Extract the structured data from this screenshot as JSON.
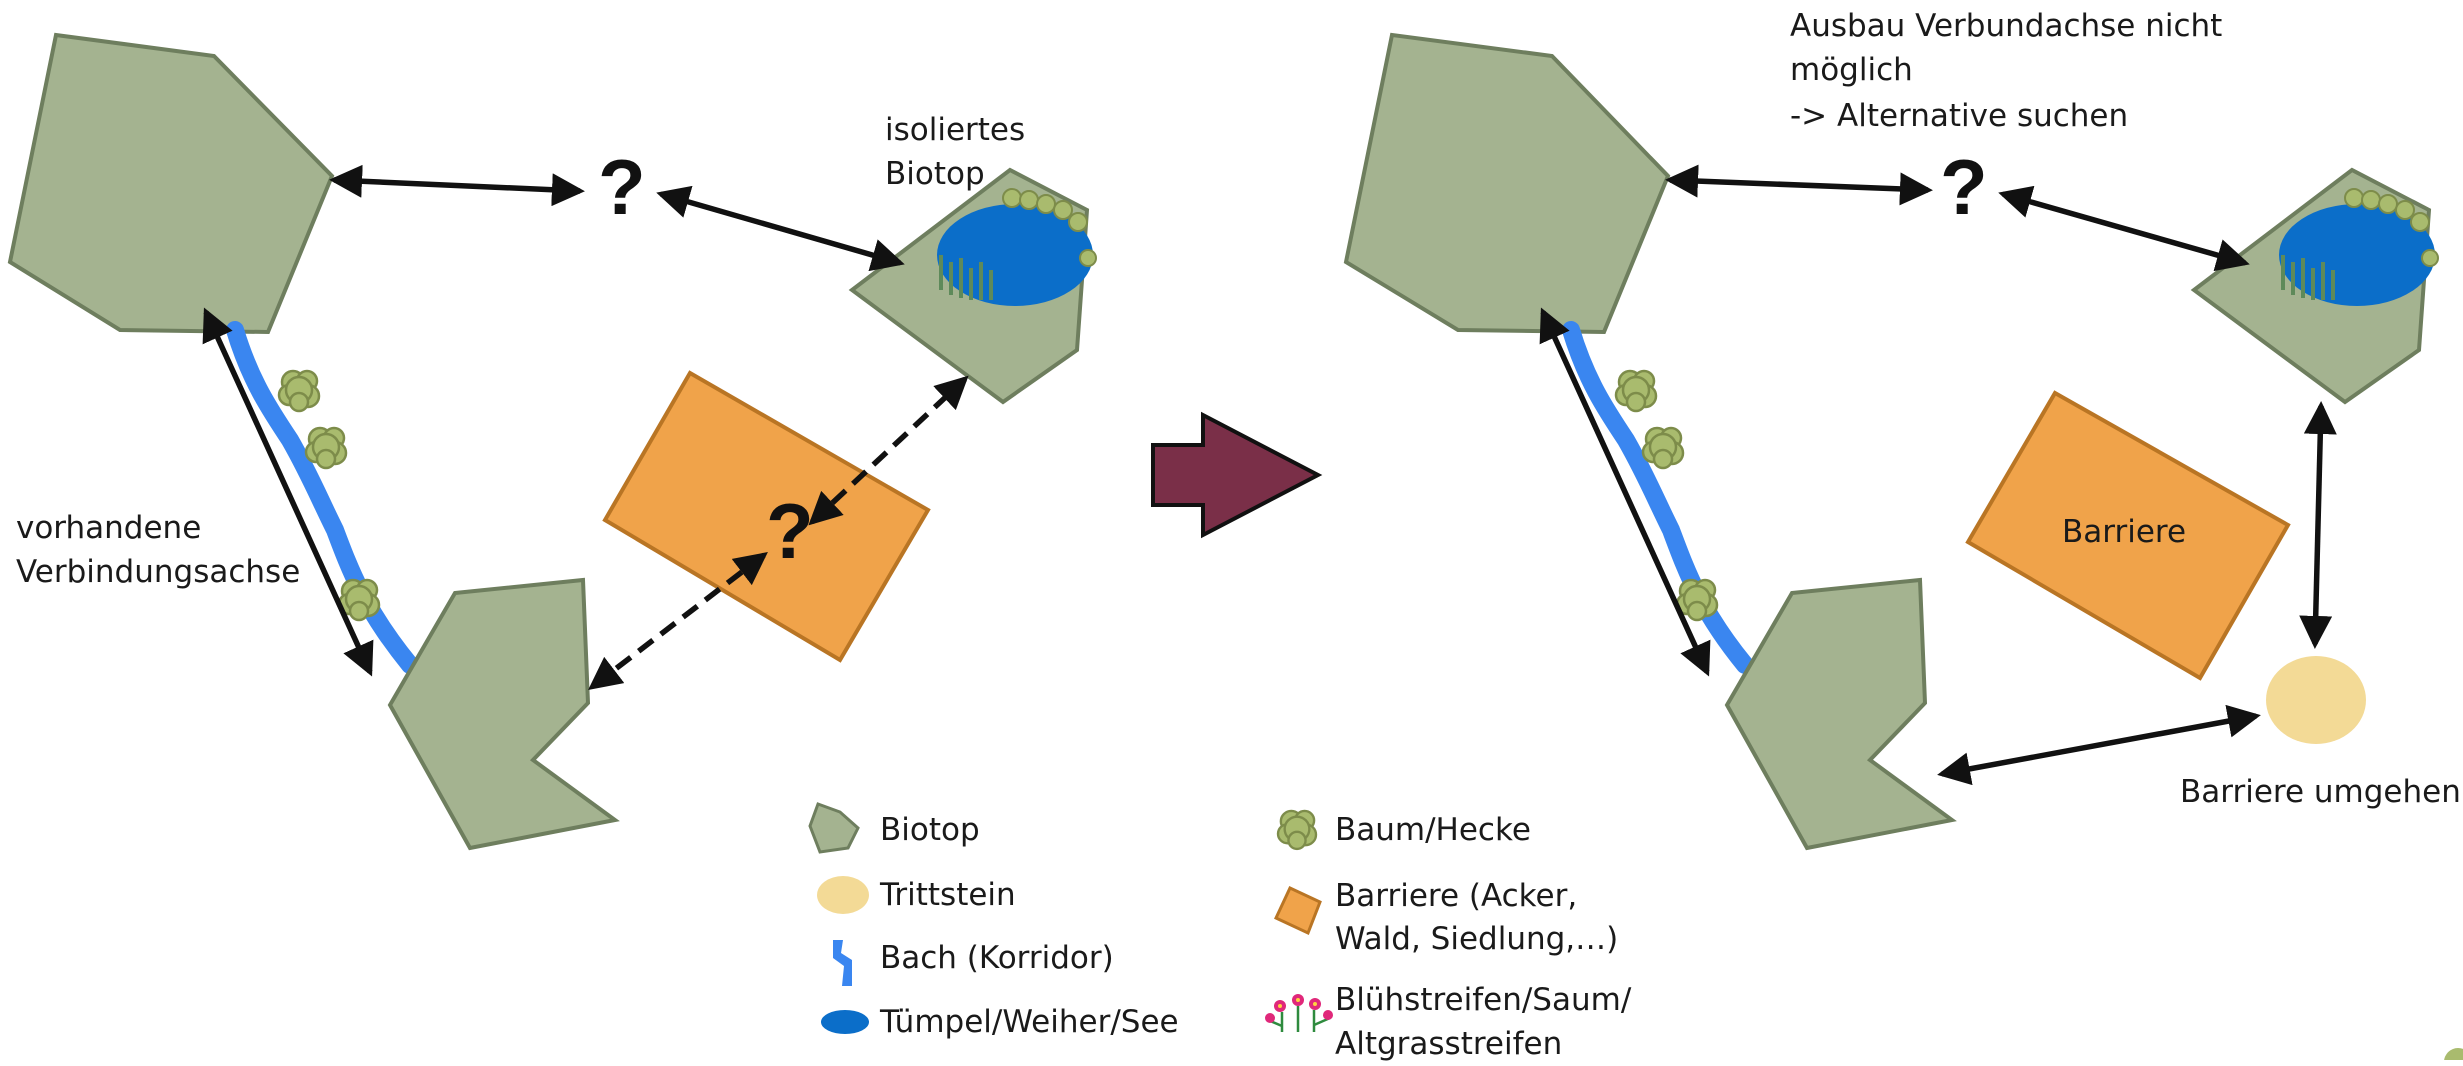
{
  "colors": {
    "biotop_fill": "#a4b390",
    "biotop_stroke": "#6e7e5e",
    "water": "#0b6ec9",
    "stream": "#3a86f0",
    "barrier_fill": "#f0a34a",
    "barrier_stroke": "#b97524",
    "stepping_stone": "#f3da96",
    "big_arrow": "#7a2f48",
    "tree": "#a9bb6e",
    "flower": "#e0287a"
  },
  "left_panel": {
    "label_existing_axis_line1": "vorhandene",
    "label_existing_axis_line2": "Verbindungsachse",
    "label_isolated_line1": "isoliertes",
    "label_isolated_line2": "Biotop",
    "question_mark": "?"
  },
  "right_panel": {
    "note_line1": "Ausbau Verbundachse nicht",
    "note_line2": "möglich",
    "note_line3": "-> Alternative suchen",
    "question_mark": "?",
    "barrier_label": "Barriere",
    "bypass_label": "Barriere umgehen"
  },
  "legend": {
    "biotop": "Biotop",
    "trittstein": "Trittstein",
    "bach": "Bach (Korridor)",
    "tuempel": "Tümpel/Weiher/See",
    "baum": "Baum/Hecke",
    "barriere_line1": "Barriere (Acker,",
    "barriere_line2": "Wald, Siedlung,…)",
    "bluehstreifen_line1": "Blühstreifen/Saum/",
    "bluehstreifen_line2": "Altgrasstreifen"
  }
}
